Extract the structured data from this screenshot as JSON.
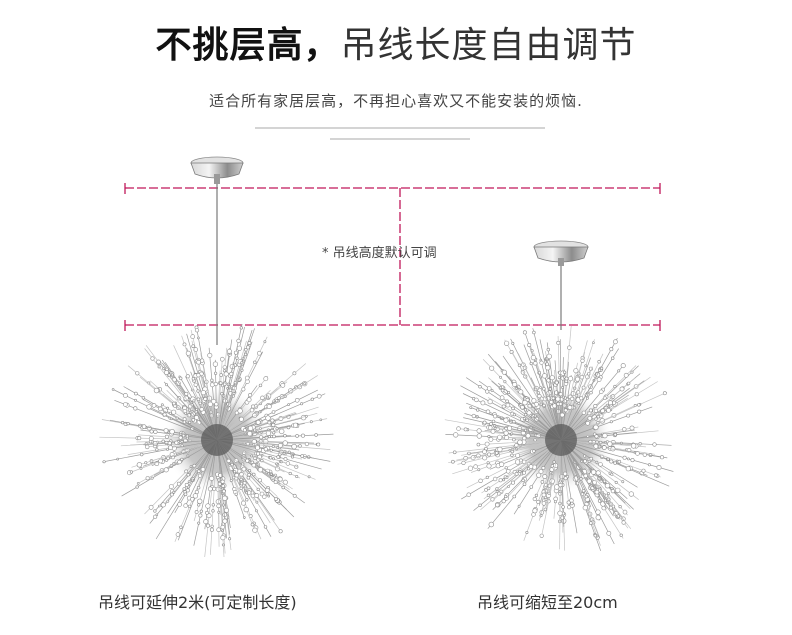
{
  "headline": {
    "bold": "不挑层高，",
    "light": "吊线长度自由调节"
  },
  "subheadline": "适合所有家居层高，不再担心喜欢又不能安装的烦恼.",
  "height_note": "* 吊线高度默认可调",
  "captions": {
    "left": "吊线可延伸2米(可定制长度)",
    "right": "吊线可缩短至20cm"
  },
  "colors": {
    "guide_line": "#c0185a",
    "chrome": "#9a9a9a",
    "text": "#333333"
  }
}
